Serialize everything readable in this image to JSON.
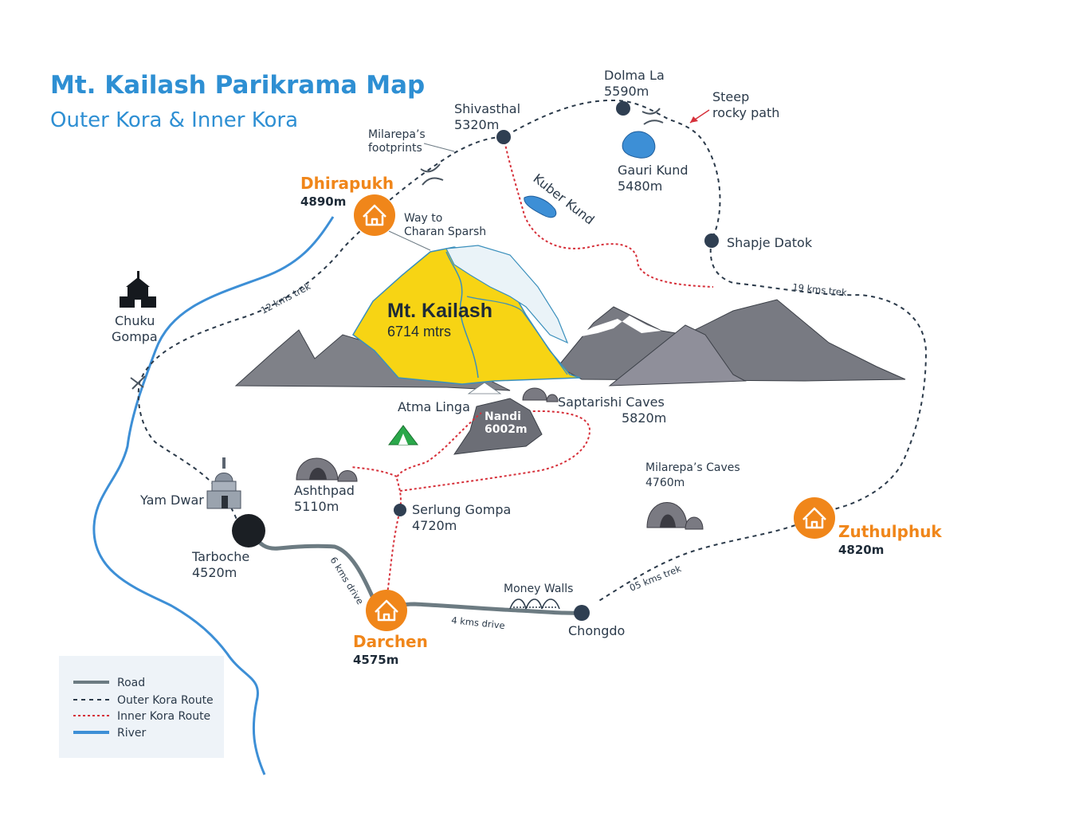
{
  "title": "Mt. Kailash Parikrama Map",
  "subtitle": "Outer Kora & Inner Kora",
  "colors": {
    "title": "#2e8fd3",
    "camp": "#f0861a",
    "road": "#6c7b82",
    "outer_kora": "#2b3a4a",
    "inner_kora": "#d6303a",
    "river": "#3d8fd6",
    "kailash": "#f7d414",
    "mountain": "#7d7f86"
  },
  "peak": {
    "name": "Mt. Kailash",
    "alt": "6714 mtrs"
  },
  "nandi": {
    "name": "Nandi",
    "alt": "6002m"
  },
  "camps": {
    "dhirapukh": {
      "name": "Dhirapukh",
      "alt": "4890m"
    },
    "darchen": {
      "name": "Darchen",
      "alt": "4575m"
    },
    "zuthulphuk": {
      "name": "Zuthulphuk",
      "alt": "4820m"
    }
  },
  "places": {
    "shivasthal": {
      "name": "Shivasthal",
      "alt": "5320m"
    },
    "dolma": {
      "name": "Dolma La",
      "alt": "5590m"
    },
    "gauri": {
      "name": "Gauri Kund",
      "alt": "5480m"
    },
    "shapje": {
      "name": "Shapje Datok"
    },
    "chuku": {
      "name1": "Chuku",
      "name2": "Gompa"
    },
    "yamdwar": {
      "name": "Yam Dwar"
    },
    "tarboche": {
      "name": "Tarboche",
      "alt": "4520m"
    },
    "atma": {
      "name": "Atma Linga"
    },
    "saptarishi": {
      "name": "Saptarishi Caves",
      "alt": "5820m"
    },
    "ashthpad": {
      "name": "Ashthpad",
      "alt": "5110m"
    },
    "serlung": {
      "name": "Serlung Gompa",
      "alt": "4720m"
    },
    "milarepa_caves": {
      "name": "Milarepa’s Caves",
      "alt": "4760m"
    },
    "chongdo": {
      "name": "Chongdo"
    },
    "money_walls": {
      "name": "Money Walls"
    }
  },
  "annotations": {
    "steep1": "Steep",
    "steep2": "rocky path",
    "milarepa_fp1": "Milarepa’s",
    "milarepa_fp2": "footprints",
    "way1": "Way to",
    "way2": "Charan Sparsh",
    "kuber": "Kuber Kund"
  },
  "route_labels": {
    "trek12": "12 kms trek",
    "trek19": "19 kms trek",
    "trek05": "05 kms trek",
    "drive6": "6 kms drive",
    "drive4": "4 kms drive"
  },
  "legend": [
    {
      "label": "Road",
      "style": "road"
    },
    {
      "label": "Outer Kora Route",
      "style": "outer"
    },
    {
      "label": "Inner Kora Route",
      "style": "inner"
    },
    {
      "label": "River",
      "style": "river"
    }
  ]
}
